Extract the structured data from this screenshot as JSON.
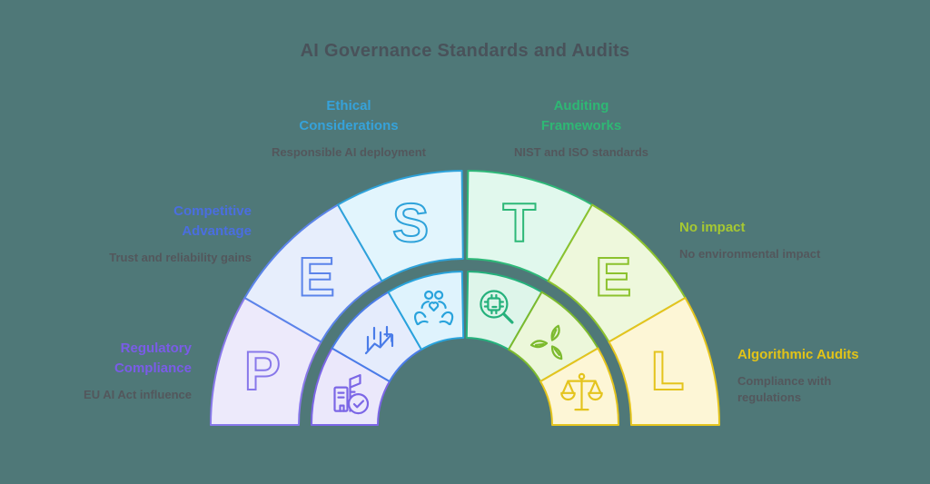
{
  "background_color": "#4f7878",
  "title": {
    "text": "AI Governance Standards and Audits",
    "color": "#49525a"
  },
  "subheading_color": "#53575c",
  "segments": [
    {
      "id": "political",
      "letter": "P",
      "heading": "Regulatory\nCompliance",
      "subheading": "EU AI Act influence",
      "heading_color": "#7a5ce8",
      "fill": "#edeafb",
      "stroke": "#8878ea",
      "inner_fill": "#ebe8fb",
      "inner_stroke": "#7b66e6",
      "icon": "building-check-icon"
    },
    {
      "id": "economic",
      "letter": "E",
      "heading": "Competitive\nAdvantage",
      "subheading": "Trust and reliability gains",
      "heading_color": "#4a6ee0",
      "fill": "#e7eefc",
      "stroke": "#5b84ea",
      "inner_fill": "#e5ecfc",
      "inner_stroke": "#4a7ce8",
      "icon": "chart-growth-icon"
    },
    {
      "id": "social",
      "letter": "S",
      "heading": "Ethical\nConsiderations",
      "subheading": "Responsible AI deployment",
      "heading_color": "#36a2da",
      "fill": "#e2f5fd",
      "stroke": "#2ea2da",
      "inner_fill": "#dff3fd",
      "inner_stroke": "#29a3dc",
      "icon": "hands-family-icon"
    },
    {
      "id": "technological",
      "letter": "T",
      "heading": "Auditing\nFrameworks",
      "subheading": "NIST and ISO standards",
      "heading_color": "#2eb874",
      "fill": "#e1f8ed",
      "stroke": "#2eb878",
      "inner_fill": "#def5ea",
      "inner_stroke": "#25b17c",
      "icon": "chip-magnifier-icon"
    },
    {
      "id": "environmental",
      "letter": "E",
      "heading": "No impact",
      "subheading": "No environmental impact",
      "heading_color": "#a6c832",
      "fill": "#eef8dc",
      "stroke": "#8cc22e",
      "inner_fill": "#ecf7da",
      "inner_stroke": "#7cba2e",
      "icon": "leaf-trio-icon"
    },
    {
      "id": "legal",
      "letter": "L",
      "heading": "Algorithmic Audits",
      "subheading": "Compliance with\nregulations",
      "heading_color": "#e2c318",
      "fill": "#fdf6d6",
      "stroke": "#e4c41e",
      "inner_fill": "#fdf6d6",
      "inner_stroke": "#e4c41e",
      "icon": "scales-icon"
    }
  ]
}
